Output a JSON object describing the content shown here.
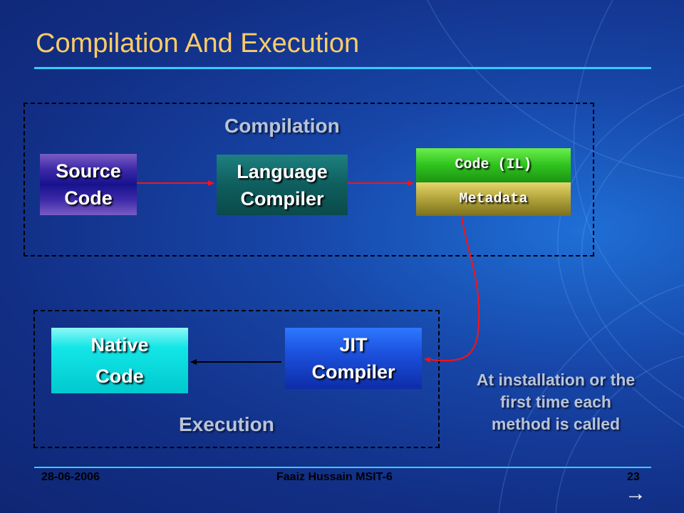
{
  "slide": {
    "title": "Compilation And Execution"
  },
  "diagram": {
    "groups": {
      "compilation": "Compilation",
      "execution": "Execution"
    },
    "nodes": {
      "source_code": [
        "Source",
        "Code"
      ],
      "language_compiler": [
        "Language",
        "Compiler"
      ],
      "code_il": "Code (IL)",
      "metadata": "Metadata",
      "native_code": [
        "Native",
        "Code"
      ],
      "jit_compiler": [
        "JIT",
        "Compiler"
      ]
    },
    "note": [
      "At installation or the",
      "first time each",
      "method is called"
    ],
    "colors": {
      "flow_arrow": "#ff1111",
      "native_arrow": "#000000",
      "title": "#ffcc66",
      "rule": "#33ccff"
    }
  },
  "footer": {
    "date": "28-06-2006",
    "author": "Faaiz Hussain MSIT-6",
    "page": "23",
    "next_arrow": "→"
  }
}
